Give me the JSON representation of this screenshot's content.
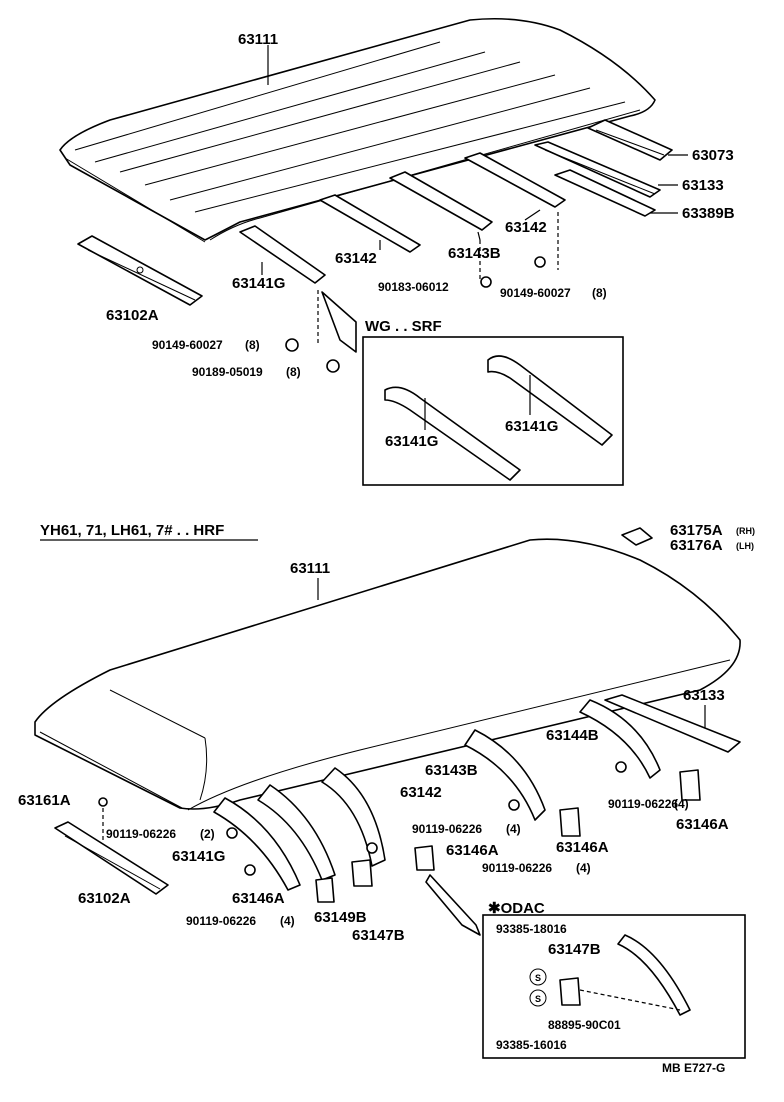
{
  "top": {
    "roof_panel": "63111",
    "bows": [
      "63142",
      "63142",
      "63143B",
      "63141G"
    ],
    "rail_front": "63102A",
    "rear_parts": [
      "63073",
      "63133",
      "63389B"
    ],
    "fasteners": {
      "clip_a": "90183-06012",
      "screw_right": "90149-60027",
      "screw_right_qty": "(8)",
      "screw_left": "90149-60027",
      "screw_left_qty": "(8)",
      "nut_left": "90189-05019",
      "nut_left_qty": "(8)"
    },
    "inset": {
      "title": "WG . . SRF",
      "bow_left": "63141G",
      "bow_right": "63141G"
    }
  },
  "bottom": {
    "heading": "YH61, 71, LH61, 7# . . HRF",
    "roof_panel": "63111",
    "corner_right": "63175A",
    "corner_right_note": "(RH)",
    "corner_left": "63176A",
    "corner_left_note": "(LH)",
    "rear_rail": "63133",
    "bows": {
      "b4": "63144B",
      "b3": "63143B",
      "b2": "63142",
      "b1": "63141G"
    },
    "rail_front": "63102A",
    "clip_front": "63161A",
    "brackets": {
      "bracket_r1": "63146A",
      "bracket_r2": "63146A",
      "bracket_mid": "63146A",
      "bracket_l": "63146A",
      "bracket_149": "63149B",
      "bracket_147": "63147B"
    },
    "screws": {
      "s_left": "90119-06226",
      "s_left_qty": "(2)",
      "s_mid": "90119-06226",
      "s_mid_qty": "(4)",
      "s_mid2": "90119-06226",
      "s_mid2_qty": "(4)",
      "s_right": "90119-06226",
      "s_right_qty": "(4)",
      "s_low": "90119-06226",
      "s_low_qty": "(4)"
    },
    "odac": {
      "title": "✱ODAC",
      "part_a": "93385-18016",
      "part_b": "63147B",
      "part_c": "88895-90C01",
      "part_d": "93385-16016",
      "s_mark": "S"
    },
    "footer": "MB  E727-G"
  }
}
